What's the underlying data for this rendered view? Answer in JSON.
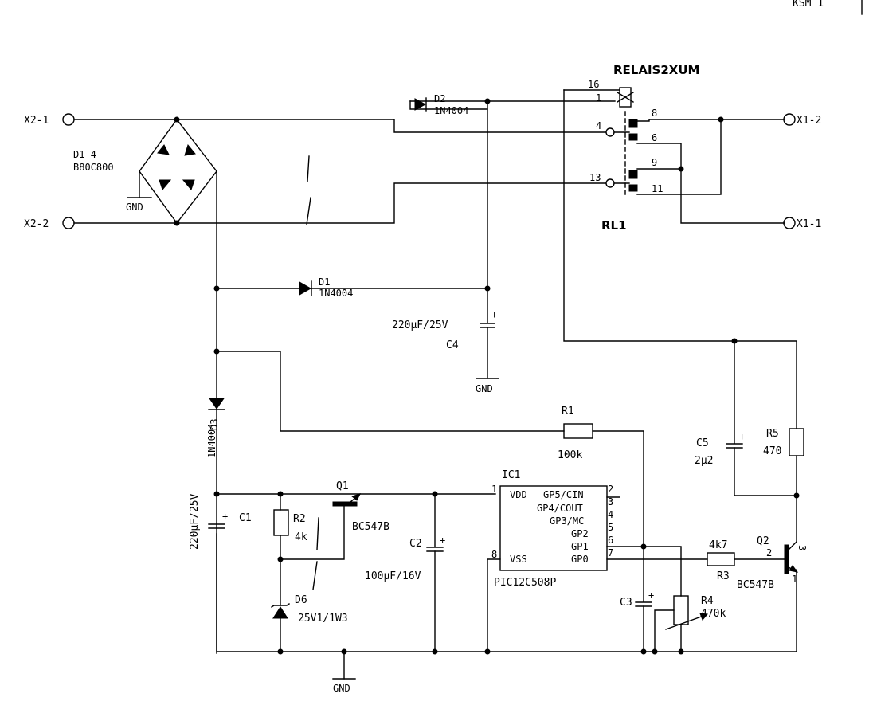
{
  "header": {
    "sheet_ref": "KSM 1"
  },
  "connectors": {
    "x2_1": "X2-1",
    "x2_2": "X2-2",
    "x1_2": "X1-2",
    "x1_1": "X1-1"
  },
  "relay": {
    "type": "RELAIS2XUM",
    "ref": "RL1",
    "pins": {
      "p16": "16",
      "p1": "1",
      "p4": "4",
      "p13": "13",
      "p8": "8",
      "p6": "6",
      "p9": "9",
      "p11": "11"
    }
  },
  "bridge": {
    "ref": "D1-4",
    "value": "B80C800"
  },
  "gnd_label": "GND",
  "diodes": {
    "d2_ref": "D2",
    "d2_value": "1N4004",
    "d1_ref": "D1",
    "d1_value": "1N4004",
    "d3_ref": "D3",
    "d3_value": "1N4004",
    "d6_ref": "D6",
    "d6_value": "25V1/1W3"
  },
  "capacitors": {
    "c4_ref": "C4",
    "c4_value": "220µF/25V",
    "c1_ref": "C1",
    "c1_value": "220µF/25V",
    "c2_ref": "C2",
    "c2_value": "100µF/16V",
    "c3_ref": "C3",
    "c5_ref": "C5",
    "c5_value": "2µ2",
    "plus": "+"
  },
  "resistors": {
    "r1_ref": "R1",
    "r1_value": "100k",
    "r2_ref": "R2",
    "r2_value": "4k",
    "r3_ref": "R3",
    "r3_value": "4k7",
    "r4_ref": "R4",
    "r4_value": "470k",
    "r5_ref": "R5",
    "r5_value": "470"
  },
  "transistors": {
    "q1_ref": "Q1",
    "q1_value": "BC547B",
    "q2_ref": "Q2",
    "q2_value": "BC547B",
    "q2_pin2": "2",
    "q2_pin3": "3",
    "q2_pin1": "1"
  },
  "ic": {
    "ref": "IC1",
    "part": "PIC12C508P",
    "vdd": "VDD",
    "vss": "VSS",
    "gp5": "GP5/CIN",
    "gp4": "GP4/COUT",
    "gp3": "GP3/MC",
    "gp2": "GP2",
    "gp1": "GP1",
    "gp0": "GP0",
    "pins": {
      "p1": "1",
      "p8": "8",
      "p2": "2",
      "p3": "3",
      "p4": "4",
      "p5": "5",
      "p6": "6",
      "p7": "7"
    }
  }
}
